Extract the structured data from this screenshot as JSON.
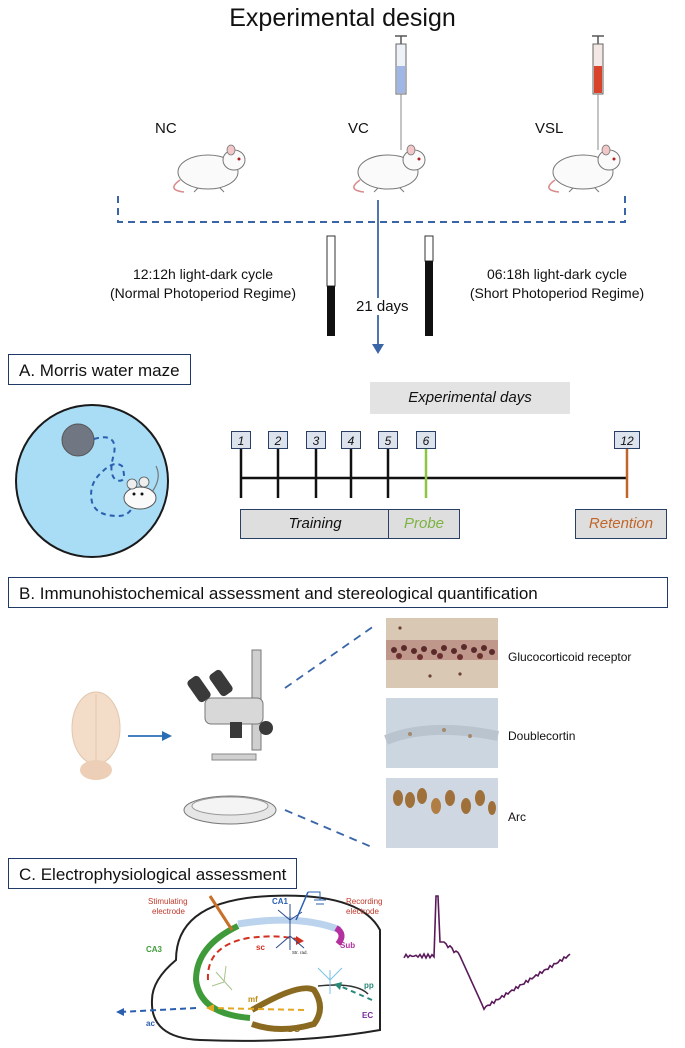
{
  "title": "Experimental design",
  "groups": [
    {
      "label": "NC"
    },
    {
      "label": "VC"
    },
    {
      "label": "VSL"
    }
  ],
  "cycles": {
    "normal_line1": "12:12h light-dark cycle",
    "normal_line2": "(Normal Photoperiod Regime)",
    "short_line1": "06:18h light-dark cycle",
    "short_line2": "(Short Photoperiod Regime)",
    "duration": "21 days"
  },
  "section_a": {
    "title": "A. Morris water maze",
    "experimental_days": "Experimental days",
    "days": [
      "1",
      "2",
      "3",
      "4",
      "5",
      "6",
      "12"
    ],
    "training": "Training",
    "probe": "Probe",
    "retention": "Retention",
    "probe_color": "#8cc63f",
    "retention_color": "#c0662a"
  },
  "section_b": {
    "title": "B. Immunohistochemical assessment and stereological quantification",
    "stains": [
      "Glucocorticoid receptor",
      "Doublecortin",
      "Arc"
    ]
  },
  "section_c": {
    "title": "C. Electrophysiological assessment",
    "labels": {
      "stim": "Stimulating",
      "stim2": "electrode",
      "rec": "Recording",
      "rec2": "electrode",
      "ca1": "CA1",
      "ca3": "CA3",
      "sc": "sc",
      "mf": "mf",
      "ac": "ac",
      "dg": "DG",
      "sub": "Sub",
      "pp": "pp",
      "ec": "EC",
      "str": "Str. rad."
    },
    "trace_color": "#5a1a5a"
  }
}
